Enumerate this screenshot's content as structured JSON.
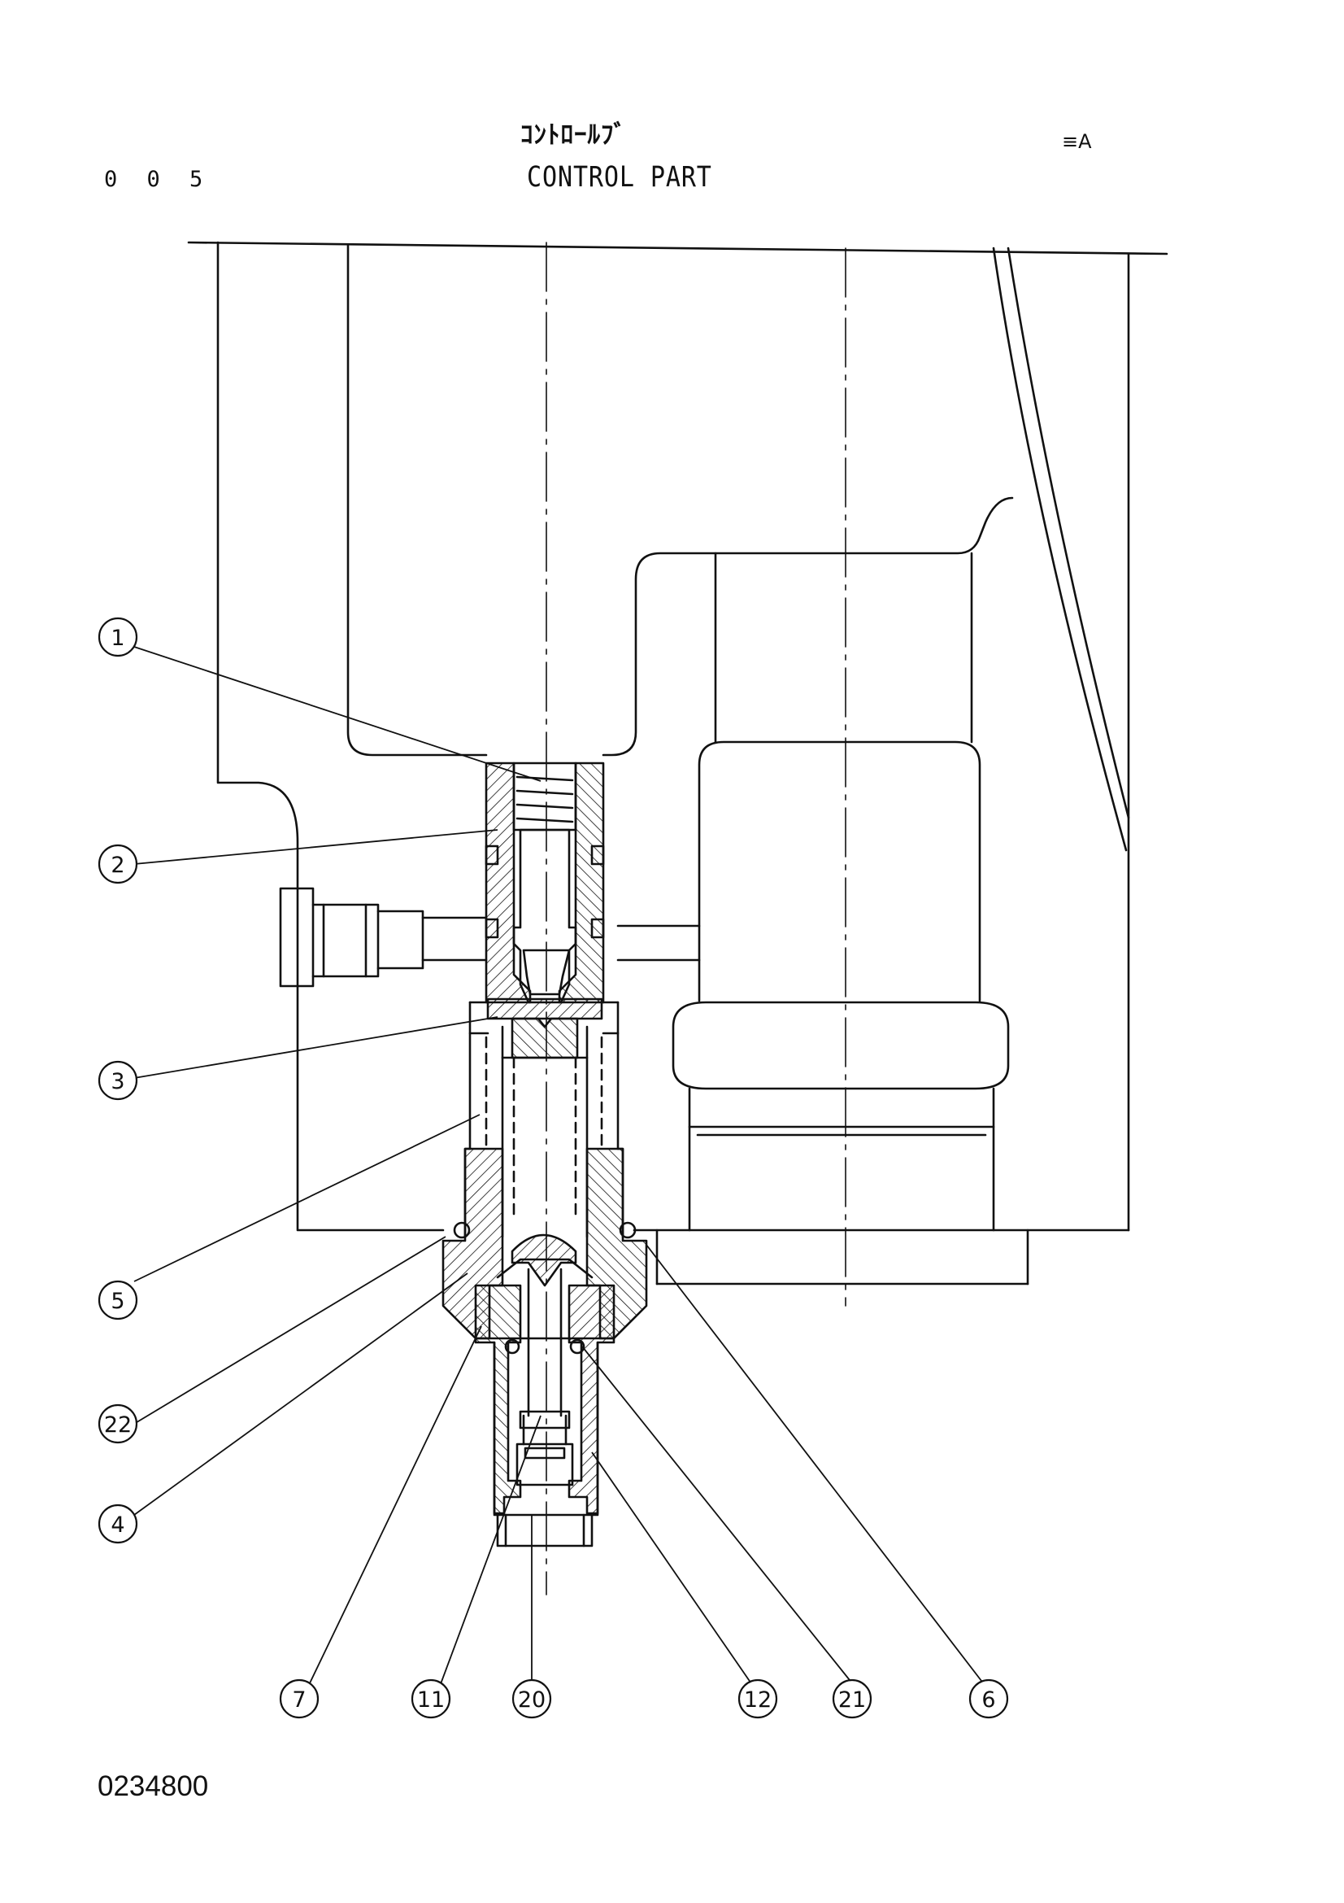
{
  "header": {
    "page_number": "0 0 5",
    "title_jp": "ｺﾝﾄﾛｰﾙﾌﾞ",
    "title_en": "CONTROL PART",
    "corner_mark": "≡A"
  },
  "drawing_number": "0234800",
  "callouts": [
    {
      "id": "1",
      "label": "1"
    },
    {
      "id": "2",
      "label": "2"
    },
    {
      "id": "3",
      "label": "3"
    },
    {
      "id": "5",
      "label": "5"
    },
    {
      "id": "22",
      "label": "22"
    },
    {
      "id": "4",
      "label": "4"
    },
    {
      "id": "7",
      "label": "7"
    },
    {
      "id": "11",
      "label": "11"
    },
    {
      "id": "20",
      "label": "20"
    },
    {
      "id": "12",
      "label": "12"
    },
    {
      "id": "21",
      "label": "21"
    },
    {
      "id": "6",
      "label": "6"
    }
  ],
  "colors": {
    "ink": "#111111",
    "paper": "#ffffff"
  }
}
